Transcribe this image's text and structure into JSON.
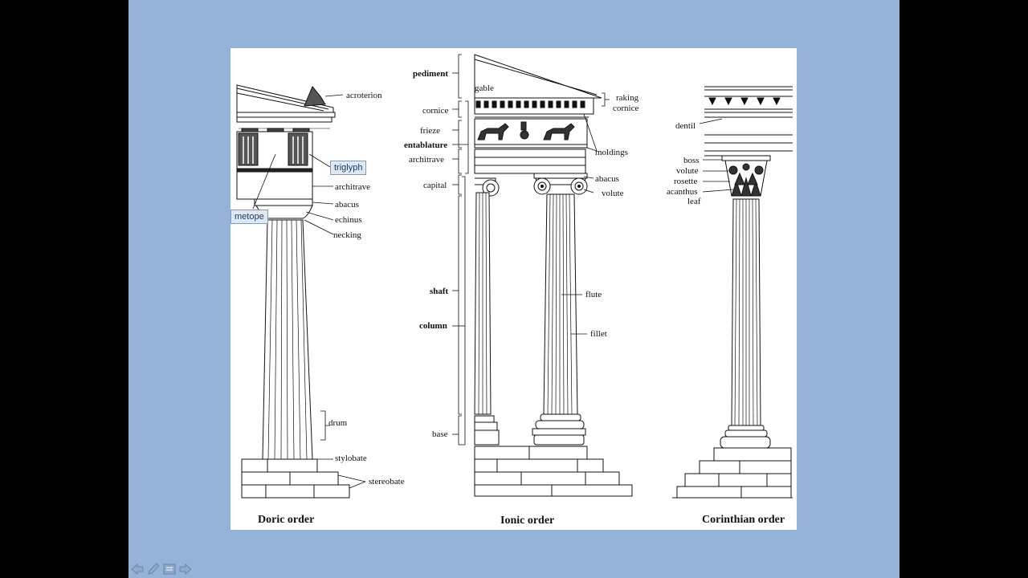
{
  "diagram": {
    "doric": {
      "caption": "Doric order",
      "labels": {
        "acroterion": "acroterion",
        "triglyph": "triglyph",
        "architrave": "architrave",
        "abacus": "abacus",
        "echinus": "echinus",
        "metope": "metope",
        "necking": "necking",
        "drum": "drum",
        "stylobate": "stylobate",
        "stereobate": "stereobate"
      }
    },
    "ionic": {
      "caption": "Ionic order",
      "labels": {
        "pediment": "pediment",
        "gable": "gable",
        "raking": "raking",
        "cornice2": "cornice",
        "cornice": "cornice",
        "frieze": "frieze",
        "entablature": "entablature",
        "moldings": "moldings",
        "architrave": "architrave",
        "abacus": "abacus",
        "capital": "capital",
        "volute": "volute",
        "shaft": "shaft",
        "flute": "flute",
        "column": "column",
        "fillet": "fillet",
        "base": "base"
      }
    },
    "corinthian": {
      "caption": "Corinthian order",
      "labels": {
        "dentil": "dentil",
        "boss": "boss",
        "volute": "volute",
        "rosette": "rosette",
        "acanthus": "acanthus",
        "leaf": "leaf"
      }
    }
  },
  "icons": {
    "prev": "arrow-left-icon",
    "pen": "pen-icon",
    "menu": "slide-menu-icon",
    "next": "arrow-right-icon"
  }
}
